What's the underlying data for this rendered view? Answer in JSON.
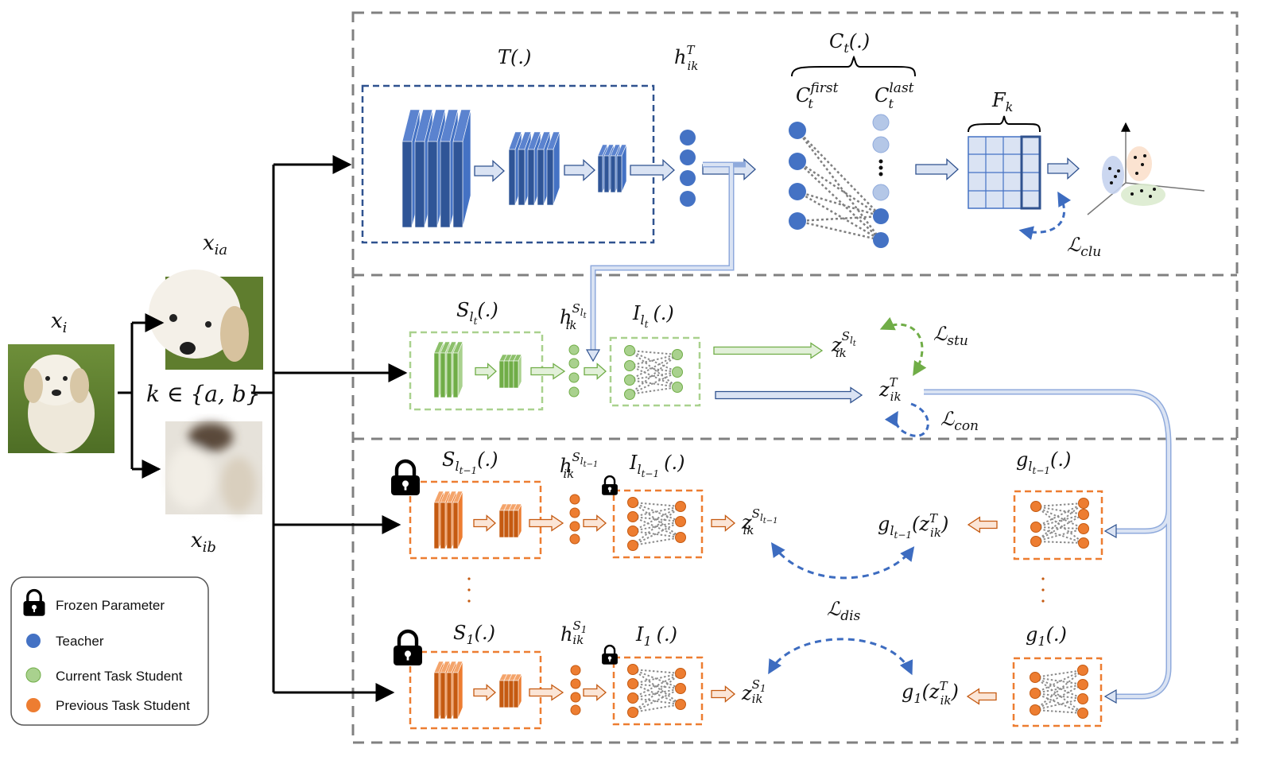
{
  "labels": {
    "x_i": "x",
    "x_i_sub": "i",
    "x_ia": "x",
    "x_ia_sub": "ia",
    "x_ib": "x",
    "x_ib_sub": "ib",
    "k_set": "k ∈ {a, b}",
    "teacher_T": "T(.)",
    "h_T": "h",
    "h_T_sub": "ik",
    "h_T_sup": "T",
    "C_t": "C",
    "C_t_sub": "t",
    "C_t_tail": "(.)",
    "C_first": "C",
    "C_first_sub": "t",
    "C_first_sup": "first",
    "C_last": "C",
    "C_last_sub": "t",
    "C_last_sup": "last",
    "F_k": "F",
    "F_k_sub": "k",
    "L_clu": "ℒ",
    "L_clu_sub": "clu",
    "S_lt": "S",
    "S_lt_sub": "l",
    "S_lt_subsub": "t",
    "S_lt_tail": "(.)",
    "h_Slt": "h",
    "h_Slt_sub": "ik",
    "h_Slt_sup": "S",
    "h_Slt_supsub": "l",
    "h_Slt_supsubsub": "t",
    "I_lt": "I",
    "I_lt_sub": "l",
    "I_lt_subsub": "t",
    "I_lt_tail": "(.)",
    "z_Slt": "z",
    "z_Slt_sub": "ik",
    "z_Slt_sup": "S",
    "z_Slt_supsub": "l",
    "z_Slt_supsubsub": "t",
    "L_stu": "ℒ",
    "L_stu_sub": "stu",
    "z_T": "z",
    "z_T_sub": "ik",
    "z_T_sup": "T",
    "L_con": "ℒ",
    "L_con_sub": "con",
    "S_lt1": "S",
    "S_lt1_sub": "l",
    "S_lt1_subsub": "t−1",
    "S_lt1_tail": "(.)",
    "h_Slt1": "h",
    "h_Slt1_sub": "ik",
    "h_Slt1_sup": "S",
    "h_Slt1_supsub": "l",
    "h_Slt1_supsubsub": "t−1",
    "I_lt1": "I",
    "I_lt1_sub": "l",
    "I_lt1_subsub": "t−1",
    "I_lt1_tail": "(.)",
    "z_Slt1": "z",
    "z_Slt1_sub": "ik",
    "z_Slt1_sup": "S",
    "z_Slt1_supsub": "l",
    "z_Slt1_supsubsub": "t−1",
    "g_lt1_fn": "g",
    "g_lt1_fn_sub": "l",
    "g_lt1_fn_subsub": "t−1",
    "g_lt1_fn_tail": "(.)",
    "g_lt1_z": "g",
    "g_lt1_z_sub": "l",
    "g_lt1_z_subsub": "t−1",
    "g_lt1_z_open": "(z",
    "g_lt1_z_zsub": "ik",
    "g_lt1_z_zsup": "T",
    "g_lt1_z_close": ")",
    "L_dis": "ℒ",
    "L_dis_sub": "dis",
    "S_1": "S",
    "S_1_sub": "1",
    "S_1_tail": "(.)",
    "h_S1": "h",
    "h_S1_sub": "ik",
    "h_S1_sup": "S",
    "h_S1_supsub": "1",
    "I_1": "I",
    "I_1_sub": "1",
    "I_1_tail": "(.)",
    "z_S1": "z",
    "z_S1_sub": "ik",
    "z_S1_sup": "S",
    "z_S1_supsub": "1",
    "g_1_fn": "g",
    "g_1_fn_sub": "1",
    "g_1_fn_tail": "(.)",
    "g_1_z": "g",
    "g_1_z_sub": "1",
    "g_1_z_open": "(z",
    "g_1_z_zsub": "ik",
    "g_1_z_zsup": "T",
    "g_1_z_close": ")"
  },
  "legend": {
    "frozen": "Frozen Parameter",
    "teacher": "Teacher",
    "current": "Current Task Student",
    "previous": "Previous Task Student"
  },
  "colors": {
    "teacher": "#4472C4",
    "teacher_dark": "#2F528F",
    "teacher_light": "#B4C7E7",
    "current": "#A9D18E",
    "current_dark": "#70AD47",
    "previous": "#ED7D31",
    "previous_dark": "#C55A11",
    "previous_light": "#F8CBAD",
    "loss_blue": "#3D6CC0",
    "loss_green": "#70AD47",
    "dash_gray": "#808080"
  },
  "icons": {
    "frozen": "lock-icon"
  }
}
